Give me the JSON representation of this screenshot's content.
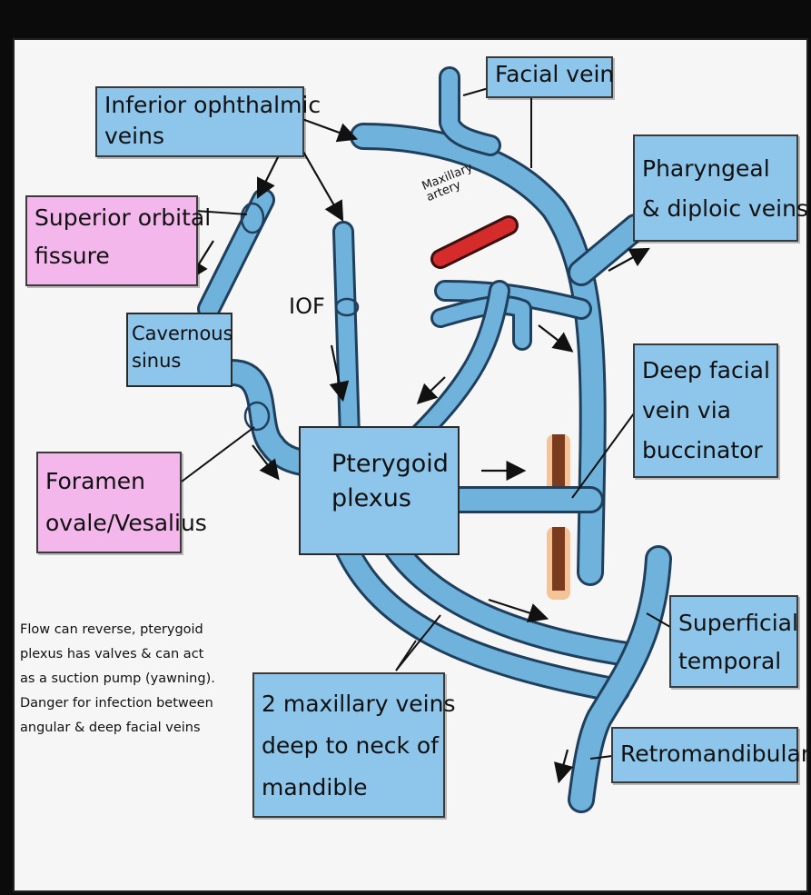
{
  "labels": {
    "facial_vein": "Facial vein",
    "inferior_ophthalmic": [
      "Inferior ophthalmic",
      "veins"
    ],
    "superior_orbital": [
      "Superior orbital",
      "fissure"
    ],
    "pharyngeal": [
      "Pharyngeal",
      "& diploic veins"
    ],
    "cavernous": [
      "Cavernous",
      "sinus"
    ],
    "iof": "IOF",
    "maxillary_artery": [
      "Maxillary",
      "artery"
    ],
    "deep_facial": [
      "Deep facial",
      "vein via",
      "buccinator"
    ],
    "pterygoid": [
      "Pterygoid",
      "plexus"
    ],
    "foramen": [
      "Foramen",
      "ovale/Vesalius"
    ],
    "superficial_temporal": [
      "Superficial",
      "temporal"
    ],
    "maxillary_veins": [
      "2 maxillary veins",
      "deep to neck of",
      "mandible"
    ],
    "retromandibular": "Retromandibular"
  },
  "note": [
    "Flow can reverse, pterygoid",
    "plexus has valves & can act",
    "as a suction pump (yawning).",
    "Danger for infection between",
    "angular & deep facial veins"
  ],
  "colors": {
    "vein_fill": "#6fb3dc",
    "label_blue": "#8ec5ea",
    "label_pink": "#f3b7ec",
    "artery": "#d62b2b",
    "buccinator": "#8a4a2a"
  }
}
